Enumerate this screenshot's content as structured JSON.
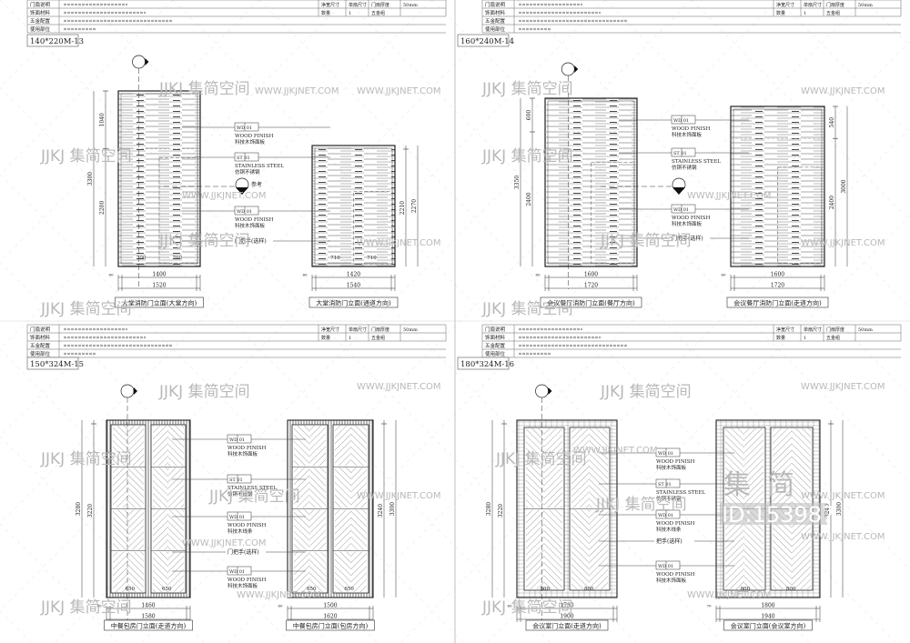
{
  "header_labels": [
    "门扇说明",
    "饰面材料",
    "五金配置",
    "使用部位"
  ],
  "header_right": {
    "net_size": "净宽尺寸",
    "leaf_size": "单扇尺寸",
    "thickness": "门扇厚度",
    "unit": "50mm",
    "qty_label": "数量",
    "qty": "1",
    "hardware": "五金组"
  },
  "panels": [
    {
      "code": "140*220M-13",
      "style": "grain",
      "doors": [
        {
          "caption": "大堂消防门立面(大堂方向)",
          "total_w": "1520",
          "inner_w": "1400",
          "side": "60",
          "total_h": "3300",
          "segs_h": [
            "1040",
            "2200"
          ],
          "leaf_w": [
            "700",
            "700"
          ]
        },
        {
          "caption": "大堂消防门立面(通道方向)",
          "total_w": "1540",
          "inner_w": "1420",
          "side": "60",
          "total_h": "2270",
          "segs_h": [
            "2210"
          ],
          "leaf_w": [
            "710",
            "710"
          ]
        }
      ],
      "callouts": [
        {
          "code": "WD 01",
          "en": "WOOD FINISH",
          "cn": "科技木饰面板"
        },
        {
          "code": "ST 01",
          "en": "STAINLESS STEEL",
          "cn": "仿铜不锈钢"
        },
        {
          "marker": "参考"
        },
        {
          "code": "WD 01",
          "en": "WOOD FINISH",
          "cn": "科技木饰面板"
        },
        {
          "cn": "门把手(选样)"
        }
      ]
    },
    {
      "code": "160*240M-14",
      "style": "grain",
      "doors": [
        {
          "caption": "会议餐厅消防门立面(餐厅方向)",
          "total_w": "1720",
          "inner_w": "1600",
          "side": "60",
          "total_h": "3350",
          "segs_h": [
            "600",
            "2400"
          ],
          "leaf_w": []
        },
        {
          "caption": "会议餐厅消防门立面(走道方向)",
          "total_w": "1720",
          "inner_w": "1600",
          "side": "60",
          "total_h": "3000",
          "segs_h": [
            "540",
            "2400"
          ],
          "leaf_w": []
        }
      ],
      "callouts": [
        {
          "code": "WD 01",
          "en": "WOOD FINISH",
          "cn": "科技木饰面板"
        },
        {
          "code": "ST 01",
          "en": "STAINLESS STEEL",
          "cn": "仿铜不锈钢"
        },
        {
          "marker": ""
        },
        {
          "code": "WD 01",
          "en": "WOOD FINISH",
          "cn": "科技木饰面板"
        },
        {
          "cn": "门把手(选样)"
        }
      ]
    },
    {
      "code": "150*324M-15",
      "style": "diag",
      "doors": [
        {
          "caption": "中餐包房门立面(走道方向)",
          "total_w": "1580",
          "inner_w": "1460",
          "side": "60",
          "total_h": "3280",
          "segs_h": [
            "3220"
          ],
          "leaf_w": [
            "650",
            "650"
          ]
        },
        {
          "caption": "中餐包房门立面(包房方向)",
          "total_w": "1620",
          "inner_w": "1500",
          "side": "60",
          "total_h": "3300",
          "segs_h": [
            "3240"
          ],
          "leaf_w": [
            "650",
            "650"
          ]
        }
      ],
      "callouts": [
        {
          "code": "WD 01",
          "en": "WOOD FINISH",
          "cn": "科技木饰面板"
        },
        {
          "code": "ST 01",
          "en": "STAINLESS STEEL",
          "cn": "仿铜不锈钢"
        },
        {
          "code": "WD 01",
          "en": "WOOD FINISH",
          "cn": "科技木线条"
        },
        {
          "cn": "门把手(选样)"
        },
        {
          "code": "WD 01",
          "en": "WOOD FINISH",
          "cn": "科技木饰面板"
        }
      ]
    },
    {
      "code": "180*324M-16",
      "style": "chevron",
      "doors": [
        {
          "caption": "会议室门立面(走道方向)",
          "total_w": "1900",
          "inner_w": "1780",
          "side": "60",
          "total_h": "3280",
          "segs_h": [
            "3220"
          ],
          "leaf_w": [
            "800",
            "800"
          ]
        },
        {
          "caption": "会议室门立面(会议室方向)",
          "total_w": "1940",
          "inner_w": "1800",
          "side": "70",
          "total_h": "3300",
          "segs_h": [
            "3240"
          ],
          "leaf_w": [
            "800",
            "800"
          ]
        }
      ],
      "callouts": [
        {
          "code": "WD 01",
          "en": "WOOD FINISH",
          "cn": "科技木饰面板"
        },
        {
          "code": "ST 01",
          "en": "STAINLESS STEEL",
          "cn": "仿铜不锈钢"
        },
        {
          "code": "WD 01",
          "en": "WOOD FINISH",
          "cn": "科技木线条"
        },
        {
          "cn": "把手(选样)"
        },
        {
          "code": "WD 01",
          "en": "WOOD FINISH",
          "cn": "科技木饰面板"
        }
      ]
    }
  ],
  "watermark": {
    "logo": "JJKJ 集简空间",
    "url": "WWW.JJKJNET.COM",
    "id": "ID:153987",
    "big_chars": [
      "集",
      "简"
    ]
  }
}
